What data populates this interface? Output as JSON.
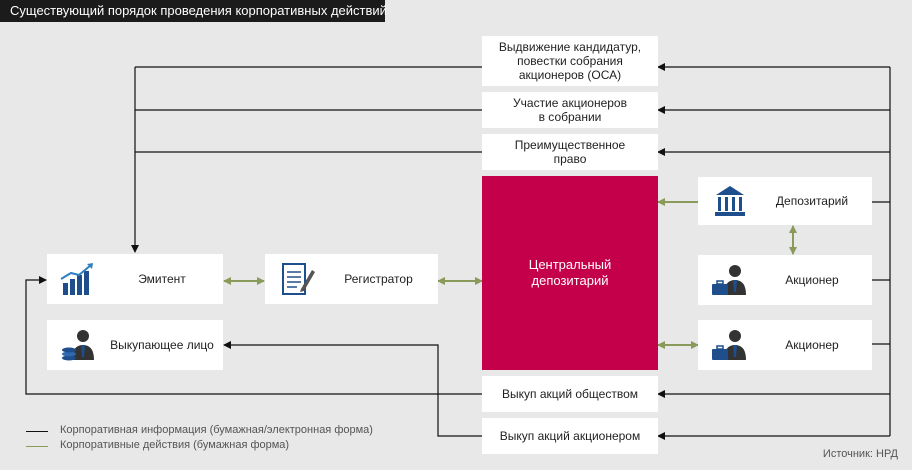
{
  "header": {
    "title": "Существующий порядок проведения корпоративных действий"
  },
  "nodes": {
    "nomination": "Выдвижение кандидатур,\nповестки собрания\nакционеров (ОСА)",
    "participation": "Участие акционеров\nв собрании",
    "preemptive": "Преимущественное\nправо",
    "central": "Центральный\nдепозитарий",
    "depository": "Депозитарий",
    "shareholder_1": "Акционер",
    "shareholder_2": "Акционер",
    "issuer": "Эмитент",
    "registrar": "Регистратор",
    "buyer": "Выкупающее лицо",
    "buyback_company": "Выкуп акций обществом",
    "buyback_shareholder": "Выкуп акций акционером"
  },
  "legend": {
    "info": "Корпоративная информация (бумажная/электронная форма)",
    "actions": "Корпоративные действия (бумажная форма)"
  },
  "source": "Источник: НРД",
  "colors": {
    "central": "#c4004a",
    "header_bg": "#1b1b1b",
    "background": "#e8e8e8",
    "info_line": "#111111",
    "action_line": "#8a9a5b",
    "icon_blue": "#1f4e8c"
  }
}
